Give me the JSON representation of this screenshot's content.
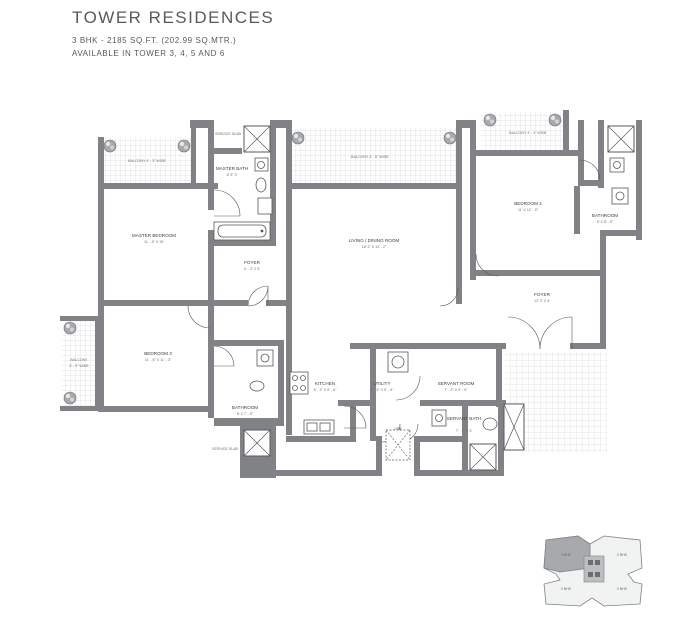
{
  "header": {
    "title": "TOWER RESIDENCES",
    "line1": "3 BHK - 2185 SQ.FT. (202.99 SQ.MTR.)",
    "line2": "AVAILABLE IN TOWER 3, 4, 5 AND 6"
  },
  "rooms": {
    "balcony_top_left": {
      "name": "BALCONY 4' - 3\" WIDE"
    },
    "service_slab_top": {
      "name": "SERVICE SLAB"
    },
    "master_bath": {
      "name": "MASTER BATH",
      "dim": "6' 5\" 9'"
    },
    "balcony_top_mid": {
      "name": "BALCONY 4' - 6\" WIDE"
    },
    "balcony_top_right": {
      "name": "BALCONY 4' - 3\" WIDE"
    },
    "bedroom2": {
      "name": "BEDROOM 2",
      "dim": "11' X 12' - 9\""
    },
    "bathroom_right": {
      "name": "BATHROOM",
      "dim": "5' X 8' - 9\""
    },
    "master_bedroom": {
      "name": "MASTER BEDROOM",
      "dim": "11' - 6\" X 15'"
    },
    "living": {
      "name": "LIVING / DINING ROOM",
      "dim": "18' 3\" X 14' - 2\""
    },
    "foyer_left": {
      "name": "FOYER",
      "dim": "4' - 3\" X 5'"
    },
    "foyer_right": {
      "name": "FOYER",
      "dim": "13' 3\" X 6'"
    },
    "bedroom3": {
      "name": "BEDROOM 3",
      "dim": "11' - 6\" X 11' - 3\""
    },
    "balcony_left": {
      "name": "BALCONY",
      "dim": "3' - 3\" WIDE"
    },
    "kitchen": {
      "name": "KITCHEN",
      "dim": "6' - 3\" X 9' - 6\""
    },
    "utility": {
      "name": "UTILITY",
      "dim": "4' - 6\" X 5' - 9\""
    },
    "servant_room": {
      "name": "SERVANT ROOM",
      "dim": "7' - 3\" X 5' - 9\""
    },
    "servant_bath": {
      "name": "SERVANT BATH",
      "dim": "7' - 3\" X 3'"
    },
    "bathroom_bottom": {
      "name": "BATHROOM",
      "dim": "8' X 7' - 9\""
    },
    "service_slab_bottom": {
      "name": "SERVICE SLAB"
    },
    "shaft": {
      "name": "VRV"
    }
  },
  "keyplan": {
    "units": [
      "3 BHK",
      "3 BHK",
      "3 BHK",
      "3 BHK"
    ]
  }
}
